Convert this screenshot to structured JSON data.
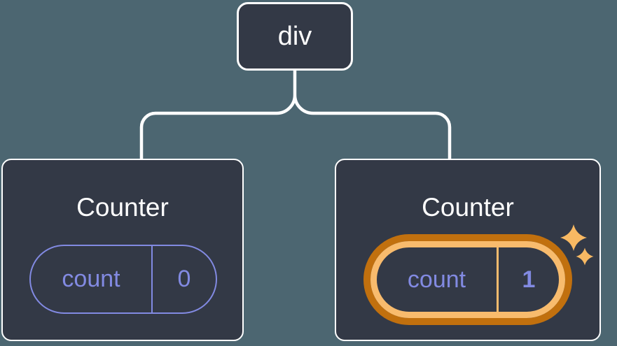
{
  "root_node": {
    "label": "div"
  },
  "counters": [
    {
      "title": "Counter",
      "state_label": "count",
      "state_value": "0",
      "highlighted": false
    },
    {
      "title": "Counter",
      "state_label": "count",
      "state_value": "1",
      "highlighted": true
    }
  ],
  "icons": {
    "sparkle": "four-point-star-sparkle"
  },
  "colors": {
    "background": "#4c6671",
    "card_background": "#333946",
    "card_border": "#ffffff",
    "connector_line": "#ffffff",
    "title_text": "#ffffff",
    "state_accent_purple": "#828ae2",
    "highlight_ring_outer": "#c1700e",
    "highlight_ring_inner": "#f8bb6d",
    "sparkle_gold": "#f8b963"
  }
}
